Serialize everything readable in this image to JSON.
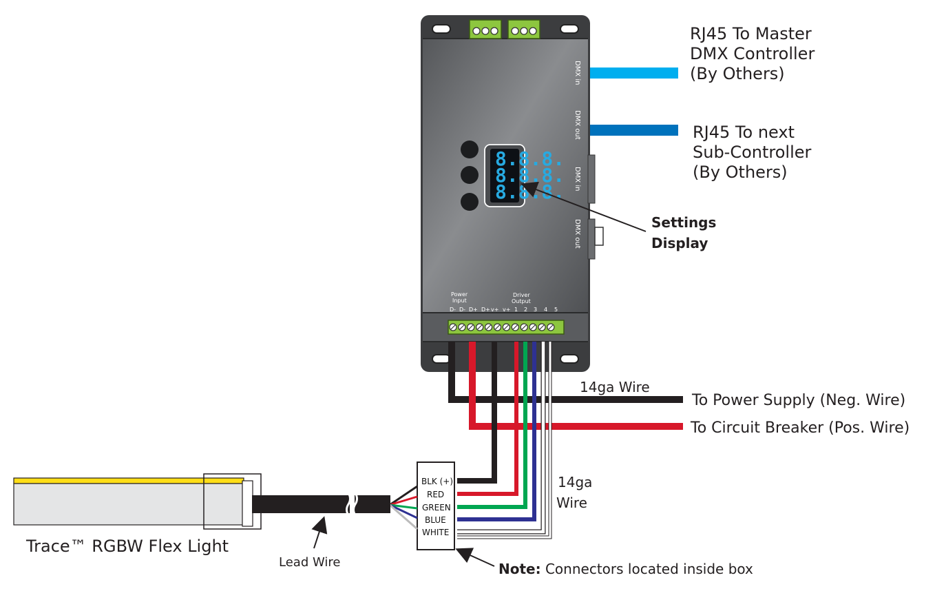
{
  "colors": {
    "housing": "#6b6d70",
    "wire_black": "#231f20",
    "wire_red": "#d7182a",
    "wire_green": "#00a651",
    "wire_blue": "#2e3192",
    "dmx_light_blue": "#00aeef",
    "dmx_dark_blue": "#0072bc",
    "display_digits": "#27aae1",
    "terminal_green": "#8dc63f",
    "flex_yellow": "#ffde17"
  },
  "device": {
    "ports": {
      "dmx_in_top": "DMX in",
      "dmx_out_top": "DMX out",
      "dmx_in_side": "DMX in",
      "dmx_out_side": "DMX out"
    },
    "display_digits": "8.8.8.",
    "terminal_labels": {
      "power_input": [
        "Power",
        "Input"
      ],
      "driver_output": [
        "Driver",
        "Output"
      ],
      "pins": [
        "D-",
        "D-",
        "D+",
        "D+",
        "v+",
        "v+",
        "1",
        "2",
        "3",
        "4",
        "5"
      ]
    }
  },
  "labels": {
    "rj45_master": [
      "RJ45 To Master",
      "DMX Controller",
      "(By Others)"
    ],
    "rj45_next": [
      "RJ45 To next",
      "Sub-Controller",
      "(By Others)"
    ],
    "settings_display": [
      "Settings",
      "Display"
    ],
    "wire_14ga_top": "14ga Wire",
    "power_supply": "To Power Supply (Neg. Wire)",
    "circuit_breaker": "To Circuit Breaker (Pos. Wire)",
    "wire_14ga_side": [
      "14ga",
      "Wire"
    ],
    "flex_light": "Trace™ RGBW Flex Light",
    "lead_wire": "Lead Wire",
    "note_bold": "Note:",
    "note_text": " Connectors located inside box"
  },
  "junction_box": {
    "connectors": [
      "BLK (+)",
      "RED",
      "GREEN",
      "BLUE",
      "WHITE"
    ]
  }
}
